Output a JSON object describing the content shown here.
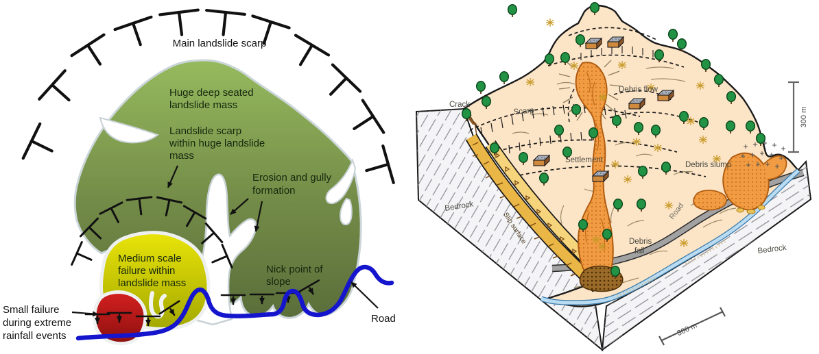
{
  "left_panel": {
    "labels": {
      "main_scarp": "Main landslide scarp",
      "huge_mass": [
        "Huge deep seated",
        "landslide mass"
      ],
      "inner_scarp": [
        "Landslide scarp",
        "within huge landslide",
        "mass"
      ],
      "erosion": [
        "Erosion and gully",
        "formation"
      ],
      "medium_failure": [
        "Medium scale",
        "failure within",
        "landslide mass"
      ],
      "small_failure": [
        "Small failure",
        "during extreme",
        "rainfall events"
      ],
      "nick_point": [
        "Nick point of",
        "slope"
      ],
      "road": "Road"
    },
    "colors": {
      "landslide_mass_light": "#96ba5e",
      "landslide_mass_dark": "#5a6e3a",
      "medium_failure_yellow": "#e9e409",
      "small_failure_red": "#d42020",
      "road_blue": "#1515cd",
      "scarp_symbol": "#111111"
    }
  },
  "right_panel": {
    "labels": {
      "crack": "Crack",
      "scarp": "Scarp",
      "debris_flow": "Debris flow",
      "settlement": "Settlement",
      "debris_slump": "Debris slump",
      "bedrock_left": "Bedrock",
      "slip_surface": "Slip surface",
      "road": "Road",
      "debris_fall": [
        "Debris",
        "fall"
      ],
      "bedrock_right": "Bedrock"
    },
    "scale_bars": {
      "vertical": "300 m",
      "horizontal": "300 m"
    },
    "colors": {
      "terrain": "#fce4c6",
      "bedrock_face": "#f4f4f6",
      "tree_green": "#229344",
      "debris_orange": "#f19c42",
      "slip_surface_outer": "#eab646",
      "slip_surface_inner": "#f6d47c",
      "road_gray": "#a2a2a2",
      "river_blue": "#badcf2",
      "shrub_yellow": "#d0a030"
    }
  }
}
